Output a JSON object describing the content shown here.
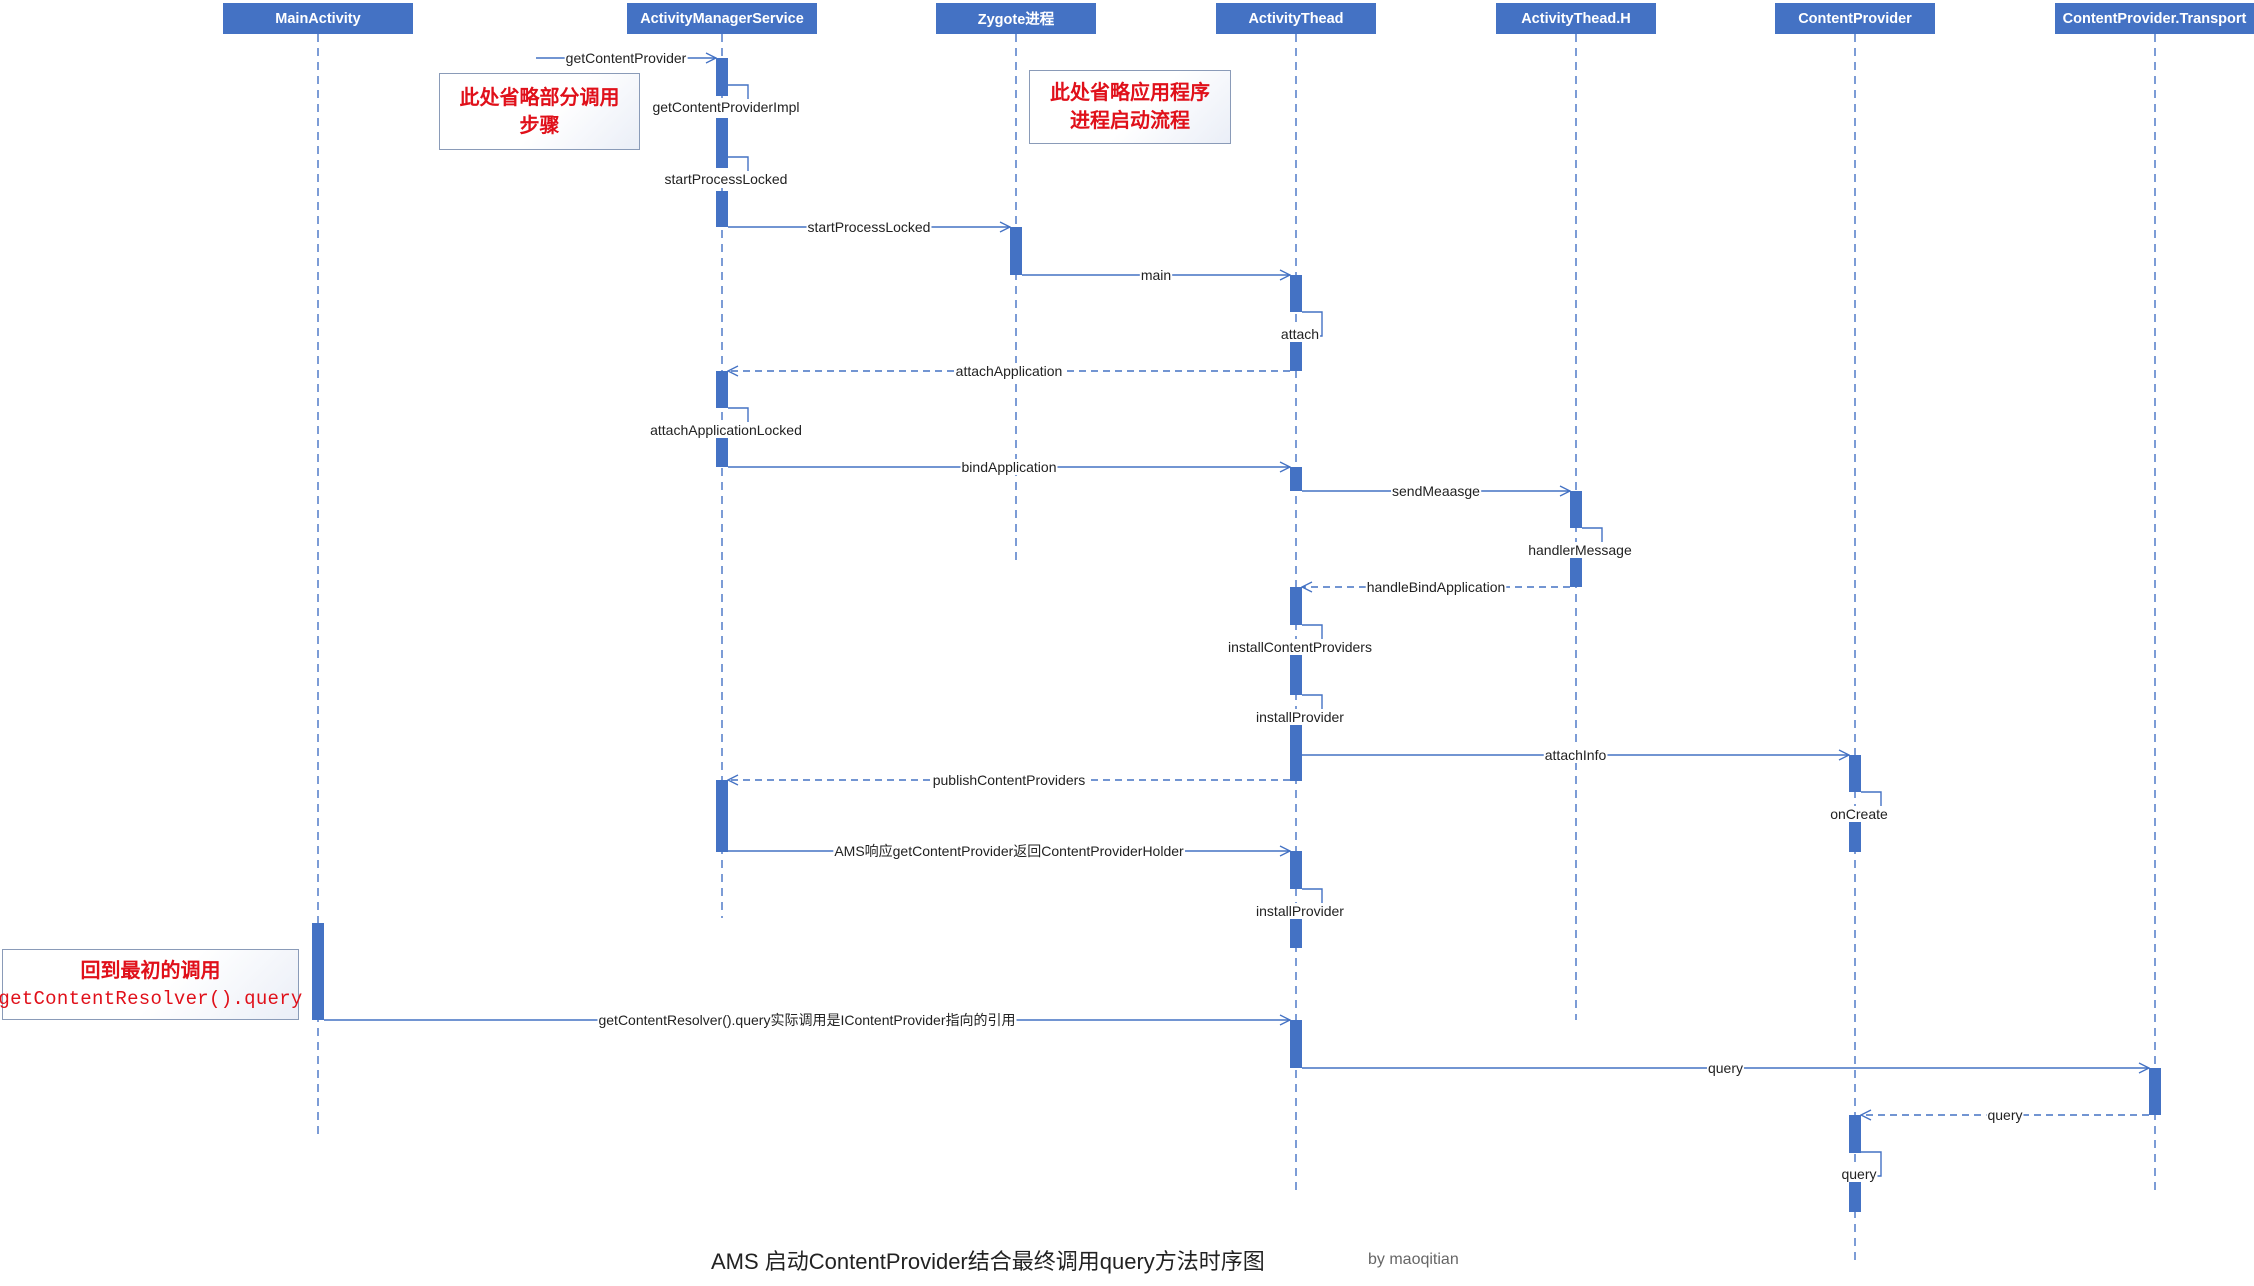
{
  "participants": [
    {
      "id": "ma",
      "name": "MainActivity"
    },
    {
      "id": "ams",
      "name": "ActivityManagerService"
    },
    {
      "id": "zy",
      "name": "Zygote进程"
    },
    {
      "id": "at",
      "name": "ActivityThead"
    },
    {
      "id": "ath",
      "name": "ActivityThead.H"
    },
    {
      "id": "cp",
      "name": "ContentProvider"
    },
    {
      "id": "cpt",
      "name": "ContentProvider.Transport"
    }
  ],
  "messages": [
    {
      "from": "ext",
      "to": "ams",
      "label": "getContentProvider",
      "kind": "call"
    },
    {
      "from": "ams",
      "to": "ams",
      "label": "getContentProviderImpl",
      "kind": "self"
    },
    {
      "from": "ams",
      "to": "ams",
      "label": "startProcessLocked",
      "kind": "self"
    },
    {
      "from": "ams",
      "to": "zy",
      "label": "startProcessLocked",
      "kind": "call"
    },
    {
      "from": "zy",
      "to": "at",
      "label": "main",
      "kind": "call"
    },
    {
      "from": "at",
      "to": "at",
      "label": "attach",
      "kind": "self"
    },
    {
      "from": "at",
      "to": "ams",
      "label": "attachApplication",
      "kind": "return"
    },
    {
      "from": "ams",
      "to": "ams",
      "label": "attachApplicationLocked",
      "kind": "self"
    },
    {
      "from": "ams",
      "to": "at",
      "label": "bindApplication",
      "kind": "call"
    },
    {
      "from": "at",
      "to": "ath",
      "label": "sendMeaasge",
      "kind": "call"
    },
    {
      "from": "ath",
      "to": "ath",
      "label": "handlerMessage",
      "kind": "self"
    },
    {
      "from": "ath",
      "to": "at",
      "label": "handleBindApplication",
      "kind": "return"
    },
    {
      "from": "at",
      "to": "at",
      "label": "installContentProviders",
      "kind": "self"
    },
    {
      "from": "at",
      "to": "at",
      "label": "installProvider",
      "kind": "self"
    },
    {
      "from": "at",
      "to": "cp",
      "label": "attachInfo",
      "kind": "call"
    },
    {
      "from": "cp",
      "to": "cp",
      "label": "onCreate",
      "kind": "self"
    },
    {
      "from": "at",
      "to": "ams",
      "label": "publishContentProviders",
      "kind": "return"
    },
    {
      "from": "ams",
      "to": "at",
      "label": "AMS响应getContentProvider返回ContentProviderHolder",
      "kind": "call"
    },
    {
      "from": "at",
      "to": "at",
      "label": "installProvider",
      "kind": "self"
    },
    {
      "from": "ma",
      "to": "at",
      "label": "getContentResolver().query实际调用是IContentProvider指向的引用",
      "kind": "call"
    },
    {
      "from": "at",
      "to": "cpt",
      "label": "query",
      "kind": "call"
    },
    {
      "from": "cpt",
      "to": "cp",
      "label": "query",
      "kind": "return"
    },
    {
      "from": "cp",
      "to": "cp",
      "label": "query",
      "kind": "self"
    }
  ],
  "notes": {
    "omitted_steps": [
      "此处省略部分调用",
      "步骤"
    ],
    "omitted_launch": [
      "此处省略应用程序",
      "进程启动流程"
    ],
    "back_to_call": {
      "line1": "回到最初的调用",
      "line2": "getContentResolver().query"
    }
  },
  "caption": "AMS 启动ContentProvider结合最终调用query方法时序图",
  "author": "by maoqitian",
  "colors": {
    "header": "#4472c4",
    "line": "#4472c4",
    "activation": "#4472c4",
    "note_text": "#e0101a"
  }
}
